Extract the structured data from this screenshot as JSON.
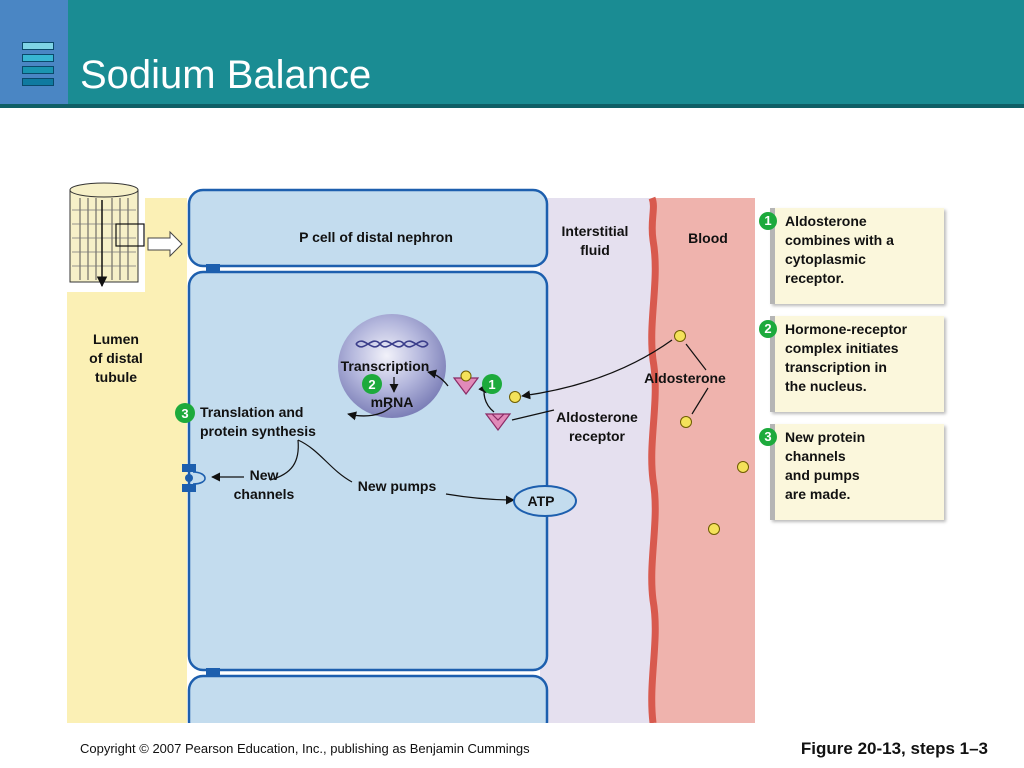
{
  "slide": {
    "title": "Sodium Balance",
    "copyright": "Copyright © 2007 Pearson Education, Inc., publishing as Benjamin Cummings",
    "figure": "Figure 20-13, steps 1–3"
  },
  "diagram": {
    "cell_label": "P cell of distal nephron",
    "lumen_label_lines": [
      "Lumen",
      "of distal",
      "tubule"
    ],
    "interstitial_label_lines": [
      "Interstitial",
      "fluid"
    ],
    "blood_label": "Blood",
    "transcription": "Transcription",
    "mrna": "mRNA",
    "translation_lines": [
      "Translation and",
      "protein synthesis"
    ],
    "new_channels_lines": [
      "New",
      "channels"
    ],
    "new_pumps": "New pumps",
    "atp": "ATP",
    "aldosterone": "Aldosterone",
    "receptor_lines": [
      "Aldosterone",
      "receptor"
    ],
    "badge_1": "1",
    "badge_2": "2",
    "badge_3": "3"
  },
  "steps": [
    {
      "number": "1",
      "text": "Aldosterone\ncombines with a\ncytoplasmic\nreceptor."
    },
    {
      "number": "2",
      "text": "Hormone-receptor\ncomplex initiates\ntranscription in\nthe nucleus."
    },
    {
      "number": "3",
      "text": "New protein\nchannels\nand pumps\nare made."
    }
  ],
  "colors": {
    "lumen": "#fbf0b5",
    "cell": "#c3dcee",
    "interstitial": "#e5e0ef",
    "blood": "#efb3ad",
    "badge": "#1daa3c",
    "header": "#1a8c93"
  }
}
